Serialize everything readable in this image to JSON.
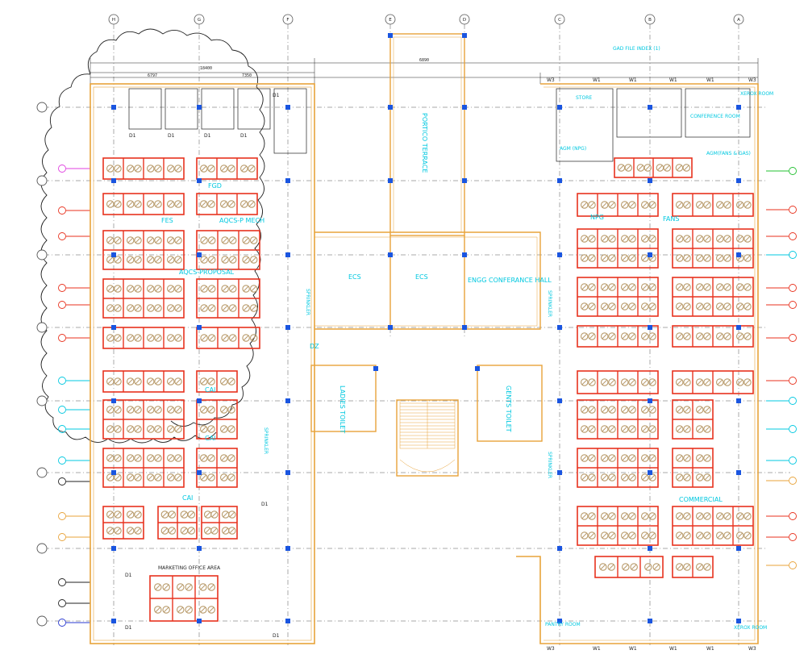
{
  "colors": {
    "wall": "#e8a33a",
    "partition": "#e8321e",
    "column": "#1a55e0",
    "label": "#00c8e0",
    "gridline": "#555555",
    "chair": "#b89a6a",
    "cloud": "#222222"
  },
  "grid_bubbles_top": [
    "H",
    "G",
    "F",
    "E",
    "D",
    "C",
    "B",
    "A"
  ],
  "room_labels": {
    "fes": "FES",
    "aqcs_mech": "AQCS-P MECH",
    "aqcs_proposal": "AQCS-PROPOSAL",
    "fgd": "FGD",
    "cai_1": "CAI",
    "cai_2": "CAI",
    "cai_3": "CAI",
    "dz": "DZ",
    "ecs_1": "ECS",
    "ecs_2": "ECS",
    "engg_hall": "ENGG CONFERANCE HALL",
    "portico": "PORTICO TERRACE",
    "ladies_toilet": "LADIES TOILET",
    "gents_toilet": "GENTS TOILET",
    "npg": "NPG",
    "fans": "FANS",
    "agm_npg": "AGM (NPG)",
    "agm_fans": "AGM(FANS & GAS)",
    "store": "STORE",
    "conference": "CONFERENCE ROOM",
    "xerox_top": "XEROX ROOM",
    "commercial": "COMMERCIAL",
    "marketing": "MARKETING OFFICE AREA",
    "pantry": "PANTRY ROOM",
    "xerox_bottom": "XEROX ROOM",
    "opening_top": "GAD FILE INDEX (1)",
    "sprinkler": "SPRINKLER"
  },
  "door_tags": [
    "D1",
    "D1",
    "D1",
    "D1",
    "D1",
    "D1",
    "D1",
    "D1",
    "D1"
  ],
  "window_tags": [
    "W3",
    "W1",
    "W1",
    "W1",
    "W1",
    "W3",
    "W3",
    "W1",
    "W1",
    "W1",
    "W1",
    "W3"
  ],
  "dimensions": {
    "d_6797": "6797",
    "d_18400": "18400",
    "d_7350": "7350",
    "d_6890": "6890"
  }
}
